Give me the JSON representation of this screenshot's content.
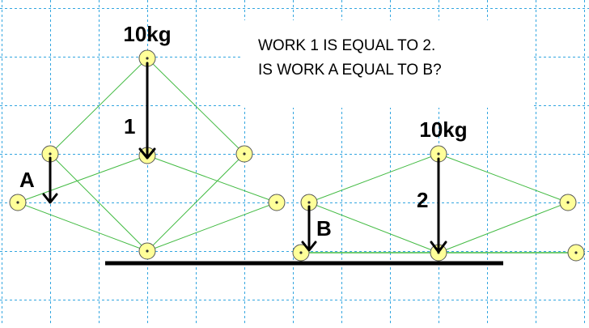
{
  "question": {
    "line1": "WORK 1 IS EQUAL TO 2.",
    "line2": "IS WORK A EQUAL TO B?"
  },
  "left_mechanism": {
    "mass_label": "10kg",
    "center_arrow_label": "1",
    "side_arrow_label": "A"
  },
  "right_mechanism": {
    "mass_label": "10kg",
    "center_arrow_label": "2",
    "side_arrow_label": "B"
  },
  "colors": {
    "grid": "#33a6e0",
    "link": "#44bb44",
    "joint_fill": "#ffff99",
    "joint_stroke": "#555555",
    "ground": "#000000",
    "arrow": "#000000"
  }
}
